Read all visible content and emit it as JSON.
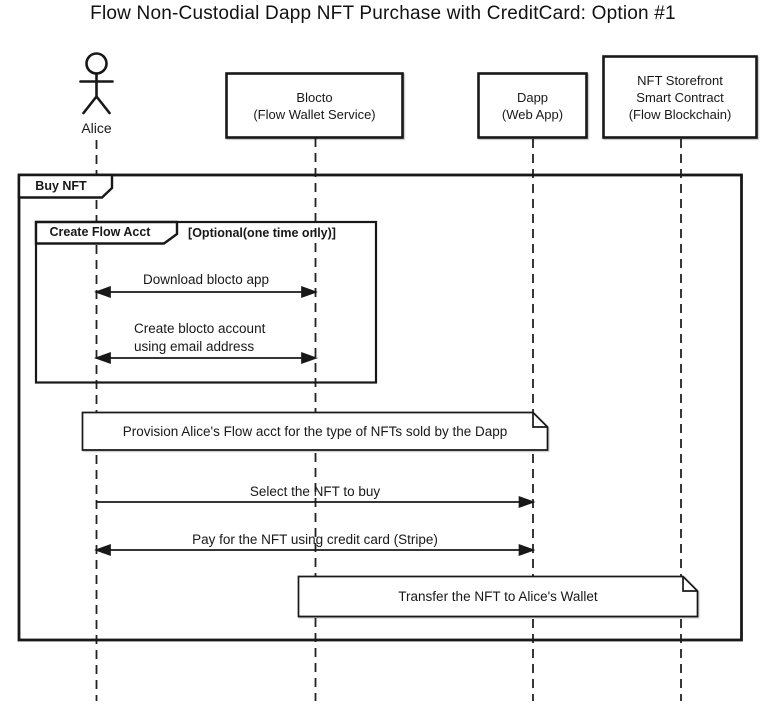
{
  "title": "Flow Non-Custodial Dapp NFT Purchase with CreditCard: Option #1",
  "actor": {
    "label": "Alice"
  },
  "participants": [
    {
      "id": "blocto",
      "lines": [
        "Blocto",
        "(Flow Wallet Service)"
      ]
    },
    {
      "id": "dapp",
      "lines": [
        "Dapp",
        "(Web App)"
      ]
    },
    {
      "id": "nft-storefront",
      "lines": [
        "NFT Storefront",
        "Smart Contract",
        "(Flow Blockchain)"
      ]
    }
  ],
  "frames": {
    "outer": {
      "label": "Buy NFT"
    },
    "inner": {
      "label": "Create Flow Acct",
      "condition": "[Optional(one time only)]"
    }
  },
  "messages": [
    {
      "from": "Alice",
      "to": "Blocto",
      "direction": "both",
      "lines": [
        "Download blocto app"
      ]
    },
    {
      "from": "Alice",
      "to": "Blocto",
      "direction": "both",
      "lines": [
        "Create blocto account",
        "using email address"
      ]
    },
    {
      "from": "Alice",
      "to": "Dapp",
      "direction": "right",
      "lines": [
        "Select the NFT to buy"
      ]
    },
    {
      "from": "Alice",
      "to": "Dapp",
      "direction": "both",
      "lines": [
        "Pay for the NFT using credit card (Stripe)"
      ]
    }
  ],
  "notes": [
    {
      "over": "Alice, Dapp",
      "text": "Provision Alice's Flow acct for the type of NFTs sold by the Dapp"
    },
    {
      "over": "Blocto, NFT Storefront",
      "text": "Transfer the NFT to Alice's Wallet"
    }
  ],
  "colors": {
    "line": "#181818",
    "background": "#ffffff",
    "fill": "#ffffff"
  }
}
